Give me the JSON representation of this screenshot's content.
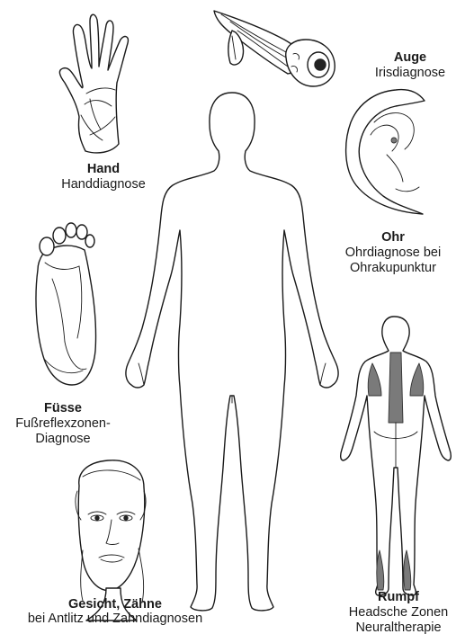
{
  "labels": {
    "hand": {
      "title": "Hand",
      "lines": [
        "Handdiagnose"
      ]
    },
    "auge": {
      "title": "Auge",
      "lines": [
        "Irisdiagnose"
      ]
    },
    "ohr": {
      "title": "Ohr",
      "lines": [
        "Ohrdiagnose bei",
        "Ohrakupunktur"
      ]
    },
    "fuesse": {
      "title": "Füsse",
      "lines": [
        "Fußreflexzonen-",
        "Diagnose"
      ]
    },
    "gesicht": {
      "title": "Gesicht, Zähne",
      "lines": [
        "bei Antlitz und Zahndiagnosen"
      ]
    },
    "rumpf": {
      "title": "Rumpf",
      "lines": [
        "Headsche Zonen",
        "Neuraltherapie"
      ]
    }
  },
  "icons": [
    "hand-drawing",
    "eye-drawing",
    "ear-drawing",
    "foot-drawing",
    "face-drawing",
    "torso-back-drawing",
    "body-outline"
  ]
}
